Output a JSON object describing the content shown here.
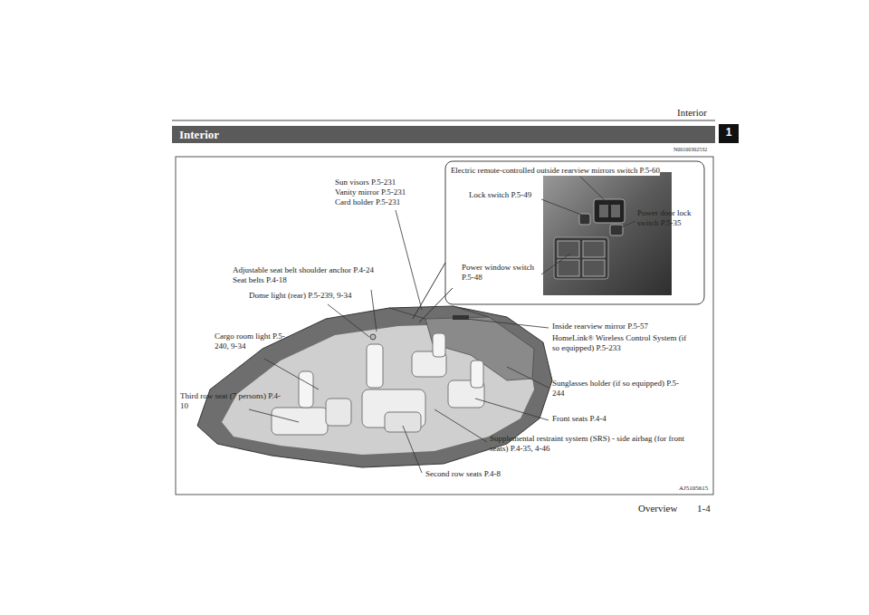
{
  "diagram": {
    "title": "Interior",
    "labels": [
      "Interior",
      "1",
      "N00100302532",
      "Electric remote-controlled outside rearview mirrors switch P.5-60",
      "Sun visors P.5-231",
      "Vanity mirror P.5-231",
      "Card holder P.5-231",
      "Lock switch P.5-49",
      "Power door lock switch P.5-35",
      "Adjustable seat belt shoulder anchor P.4-24",
      "Seat belts P.4-18",
      "Power window switch P.5-48",
      "Dome light (rear) P.5-239, 9-34",
      "Inside rearview mirror P.5-57",
      "HomeLink® Wireless Control System (if so equipped) P.5-233",
      "Cargo room light P.5-240, 9-34",
      "Sunglasses holder (if so equipped) P.5-244",
      "Third row seat (7 persons) P.4-10",
      "Front seats P.4-4",
      "Supplemental restraint system (SRS) - side airbag (for front seats) P.4-35, 4-46",
      "Second row seats P.4-8",
      "AJ5105615",
      "Overview",
      "1-4"
    ]
  }
}
